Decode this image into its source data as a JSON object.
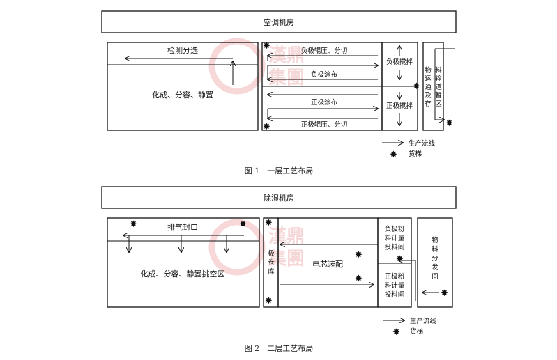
{
  "figure1": {
    "caption": "图 1　一层工艺布局",
    "top_room": "空调机房",
    "left_top_room": "检测分选",
    "left_bottom_room": "化成、分容、静置",
    "mid_rows": [
      "负极辊压、分切",
      "负极涂布",
      "正极涂布",
      "正极辊压、分切"
    ],
    "neg_mixing": "负极搅拌",
    "pos_mixing": "正极搅拌",
    "material_left": [
      "物",
      "运",
      "通",
      "及",
      "存"
    ],
    "material_right": [
      "料",
      "输",
      "道",
      "暂",
      "区"
    ],
    "legend_line": "生产流线",
    "legend_star": "货梯"
  },
  "figure2": {
    "caption": "图 2　二层工艺布局",
    "top_room": "除湿机房",
    "left_top_room": "排气封口",
    "left_bottom_room": "化成、分容、静置挑空区",
    "roll_store": [
      "极",
      "卷",
      "库"
    ],
    "cell_assembly": "电芯装配",
    "neg_powder": [
      "负极粉",
      "料计量",
      "投料间"
    ],
    "pos_powder": [
      "正极粉",
      "料计量",
      "投料间"
    ],
    "material_dist": [
      "物",
      "料",
      "分",
      "发",
      "间"
    ],
    "legend_line": "生产流线",
    "legend_star": "货梯"
  },
  "watermark": [
    "漢鼎",
    "集團"
  ]
}
